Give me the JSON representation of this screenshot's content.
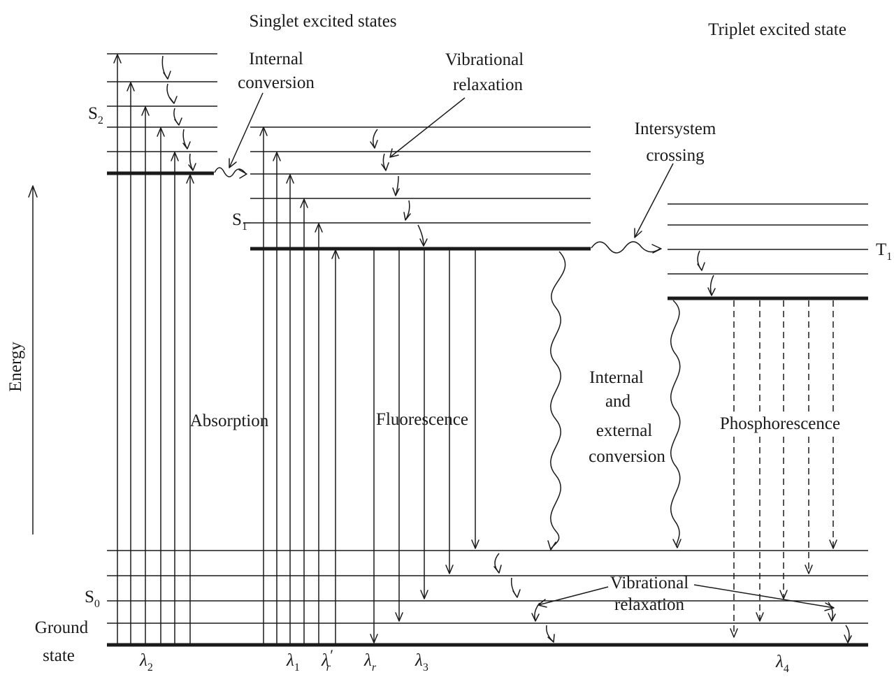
{
  "labels": {
    "singlet_title": "Singlet excited states",
    "triplet_title": "Triplet excited state",
    "energy": "Energy",
    "internal_conversion_1": "Internal",
    "internal_conversion_2": "conversion",
    "vib_relax_top_1": "Vibrational",
    "vib_relax_top_2": "relaxation",
    "isc_1": "Intersystem",
    "isc_2": "crossing",
    "s2": "S",
    "s2_sub": "2",
    "s1": "S",
    "s1_sub": "1",
    "s0": "S",
    "s0_sub": "0",
    "t1": "T",
    "t1_sub": "1",
    "ground_1": "Ground",
    "ground_2": "state",
    "absorption": "Absorption",
    "fluorescence": "Fluorescence",
    "int_ext_1": "Internal",
    "int_ext_2": "and",
    "int_ext_3": "external",
    "int_ext_4": "conversion",
    "phosphorescence": "Phosphorescence",
    "vib_relax_bottom_1": "Vibrational",
    "vib_relax_bottom_2": "relaxation"
  },
  "wavelengths": {
    "lambda2": {
      "symbol": "λ",
      "sub": "2",
      "prime": ""
    },
    "lambda1": {
      "symbol": "λ",
      "sub": "1",
      "prime": ""
    },
    "lambda_r_prime": {
      "symbol": "λ",
      "sub": "r",
      "prime": "′"
    },
    "lambda_r": {
      "symbol": "λ",
      "sub": "r",
      "prime": ""
    },
    "lambda3": {
      "symbol": "λ",
      "sub": "3",
      "prime": ""
    },
    "lambda4": {
      "symbol": "λ",
      "sub": "4",
      "prime": ""
    }
  }
}
